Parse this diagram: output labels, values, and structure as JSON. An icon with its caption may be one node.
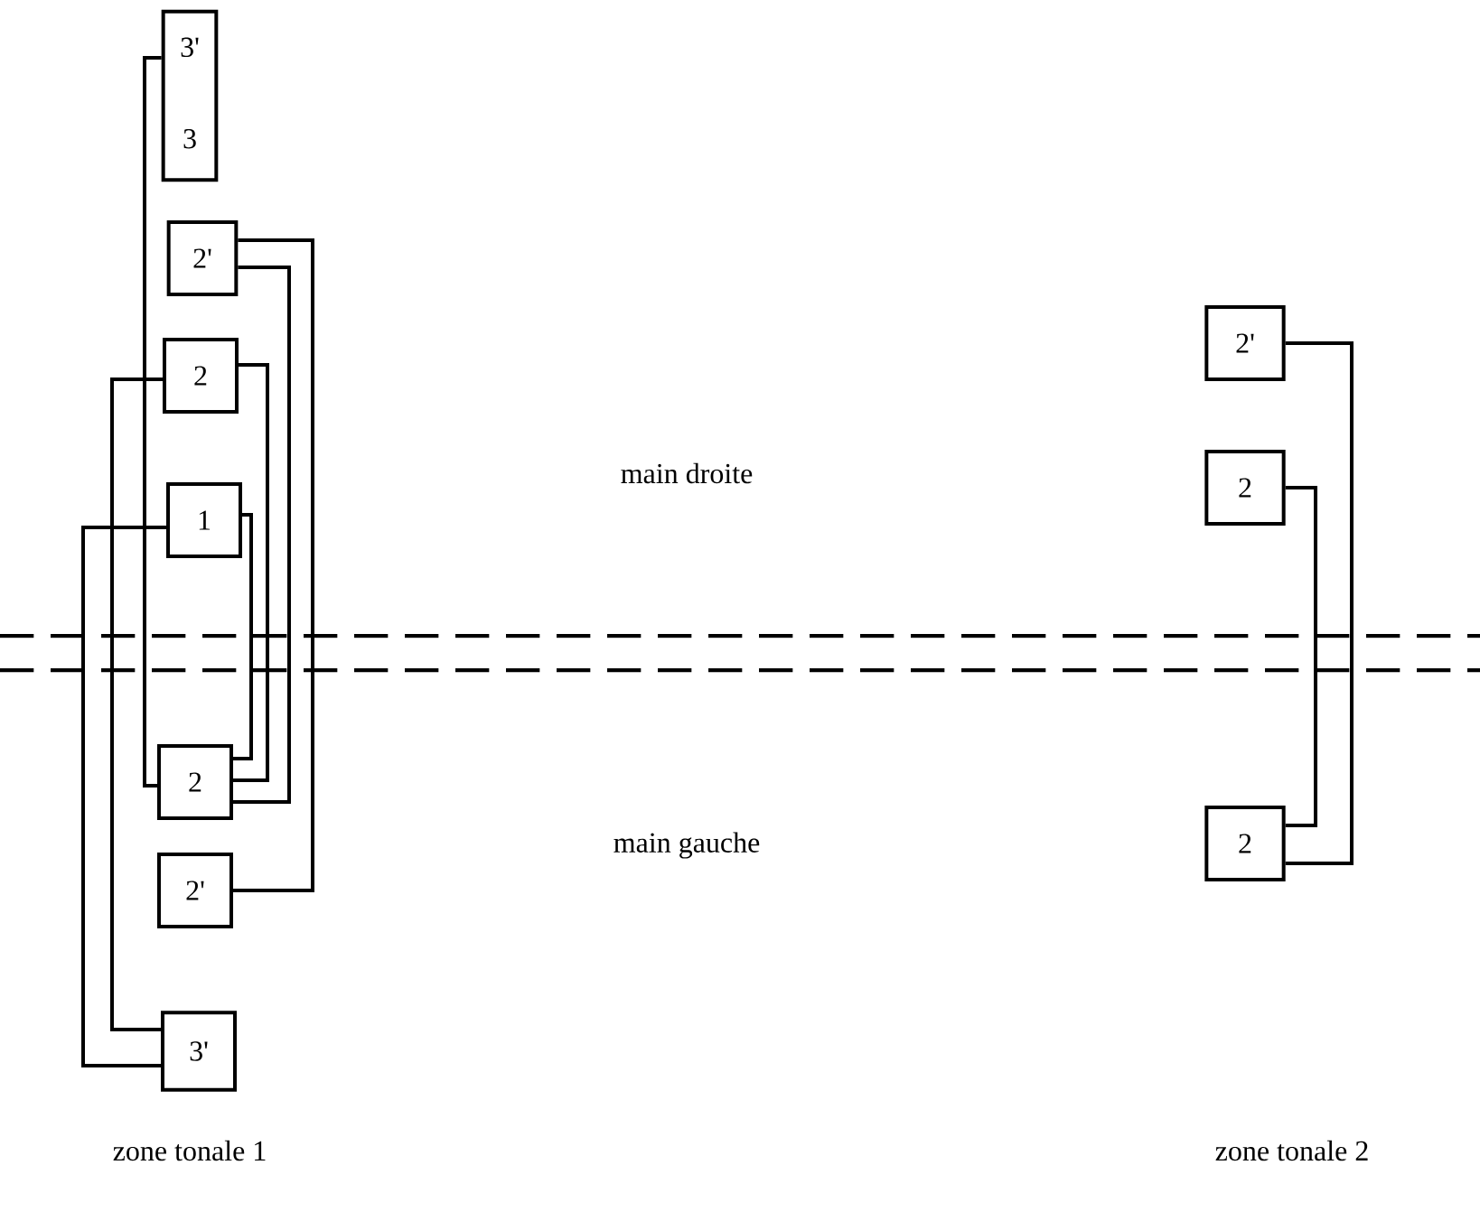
{
  "diagram": {
    "nodes": [
      {
        "text": [
          "3'",
          "3"
        ]
      },
      {
        "text": [
          "2'"
        ]
      },
      {
        "text": [
          "2"
        ]
      },
      {
        "text": [
          "1"
        ]
      },
      {
        "text": [
          "2"
        ]
      },
      {
        "text": [
          "2'"
        ]
      },
      {
        "text": [
          "3'"
        ]
      },
      {
        "text": [
          "2'"
        ]
      },
      {
        "text": [
          "2"
        ]
      },
      {
        "text": [
          "2"
        ]
      }
    ],
    "edges": [
      {
        "from": 0,
        "to": 4,
        "arrow": "none"
      },
      {
        "from": 2,
        "to": 6,
        "arrow": "none"
      },
      {
        "from": 3,
        "to": 6,
        "arrow": "none"
      },
      {
        "from": 3,
        "to": 4,
        "arrow": "none"
      },
      {
        "from": 2,
        "to": 4,
        "arrow": "none"
      },
      {
        "from": 1,
        "to": 4,
        "arrow": "none"
      },
      {
        "from": 1,
        "to": 5,
        "arrow": "none"
      },
      {
        "from": 7,
        "to": 9,
        "arrow": "none"
      },
      {
        "from": 8,
        "to": 9,
        "arrow": "none"
      }
    ],
    "labels": [
      "main droite",
      "main gauche",
      "zone tonale 1",
      "zone tonale 2"
    ]
  }
}
